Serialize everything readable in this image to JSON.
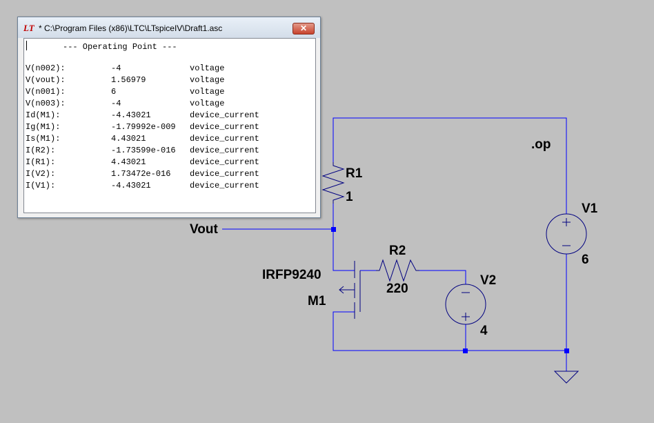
{
  "window": {
    "title": "* C:\\Program Files (x86)\\LTC\\LTspiceIV\\Draft1.asc",
    "icon_text": "LT",
    "close_glyph": "✕"
  },
  "output": {
    "heading": "--- Operating Point ---",
    "rows": [
      {
        "name": "V(n002):",
        "value": "-4",
        "type": "voltage"
      },
      {
        "name": "V(vout):",
        "value": "1.56979",
        "type": "voltage"
      },
      {
        "name": "V(n001):",
        "value": "6",
        "type": "voltage"
      },
      {
        "name": "V(n003):",
        "value": "-4",
        "type": "voltage"
      },
      {
        "name": "Id(M1):",
        "value": "-4.43021",
        "type": "device_current"
      },
      {
        "name": "Ig(M1):",
        "value": "-1.79992e-009",
        "type": "device_current"
      },
      {
        "name": "Is(M1):",
        "value": "4.43021",
        "type": "device_current"
      },
      {
        "name": "I(R2):",
        "value": "-1.73599e-016",
        "type": "device_current"
      },
      {
        "name": "I(R1):",
        "value": "4.43021",
        "type": "device_current"
      },
      {
        "name": "I(V2):",
        "value": "1.73472e-016",
        "type": "device_current"
      },
      {
        "name": "I(V1):",
        "value": "-4.43021",
        "type": "device_current"
      }
    ]
  },
  "schematic": {
    "directive": ".op",
    "vout_label": "Vout",
    "r1": {
      "name": "R1",
      "value": "1"
    },
    "r2": {
      "name": "R2",
      "value": "220"
    },
    "m1": {
      "model": "IRFP9240",
      "name": "M1"
    },
    "v1": {
      "name": "V1",
      "value": "6"
    },
    "v2": {
      "name": "V2",
      "value": "4"
    }
  },
  "colors": {
    "background": "#c0c0c0",
    "wire": "#0000ff",
    "component": "#000080",
    "junction": "#0000ff"
  }
}
